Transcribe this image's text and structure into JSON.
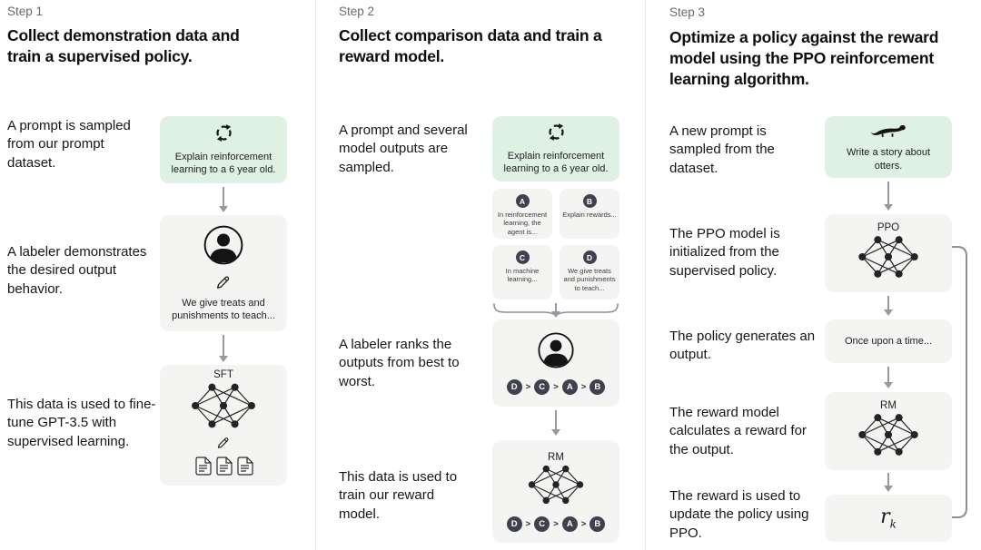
{
  "ui": {
    "rank_sep": ">"
  },
  "colors": {
    "green_box": "#def1e2",
    "gray_box": "#f4f4f2",
    "chip": "#40414e",
    "arrow": "#96999e"
  },
  "icons": {
    "prompt_sample": "cycle-arrows-icon",
    "labeler": "person-icon",
    "write": "pencil-icon",
    "model": "neural-network-icon",
    "data": "documents-icon",
    "otter_prompt": "otter-icon"
  },
  "step1": {
    "label": "Step 1",
    "title": "Collect demonstration data and train a supervised policy.",
    "caption_prompt": "A prompt is sampled from our prompt dataset.",
    "caption_labeler": "A labeler demonstrates the desired output behavior.",
    "caption_finetune": "This data is used to fine-tune GPT-3.5 with supervised learning.",
    "prompt_box": "Explain reinforcement learning to a 6 year old.",
    "labeler_box": "We give treats and punishments to teach...",
    "sft_label": "SFT"
  },
  "step2": {
    "label": "Step 2",
    "title": "Collect comparison data and train a reward model.",
    "caption_sampled": "A prompt and several model outputs are sampled.",
    "caption_ranks": "A labeler ranks the outputs from best to worst.",
    "caption_train": "This data is used to train our reward model.",
    "prompt_box": "Explain reinforcement learning to a 6 year old.",
    "outputs": [
      {
        "id": "A",
        "text": "In reinforcement learning, the agent is..."
      },
      {
        "id": "B",
        "text": "Explain rewards..."
      },
      {
        "id": "C",
        "text": "In machine learning..."
      },
      {
        "id": "D",
        "text": "We give treats and punishments to teach..."
      }
    ],
    "ranking": [
      "D",
      "C",
      "A",
      "B"
    ],
    "rm_label": "RM"
  },
  "step3": {
    "label": "Step 3",
    "title": "Optimize a policy against the reward model using the PPO reinforcement learning algorithm.",
    "caption_new_prompt": "A new prompt is sampled from the dataset.",
    "caption_ppo_init": "The PPO model is initialized from the supervised policy.",
    "caption_output": "The policy generates an output.",
    "caption_reward": "The reward model calculates a reward for the output.",
    "caption_update": "The reward is used to update the policy using PPO.",
    "prompt_box": "Write a story about otters.",
    "ppo_label": "PPO",
    "output_box": "Once upon a time...",
    "rm_label": "RM",
    "reward_symbol": "r",
    "reward_subscript": "k"
  }
}
